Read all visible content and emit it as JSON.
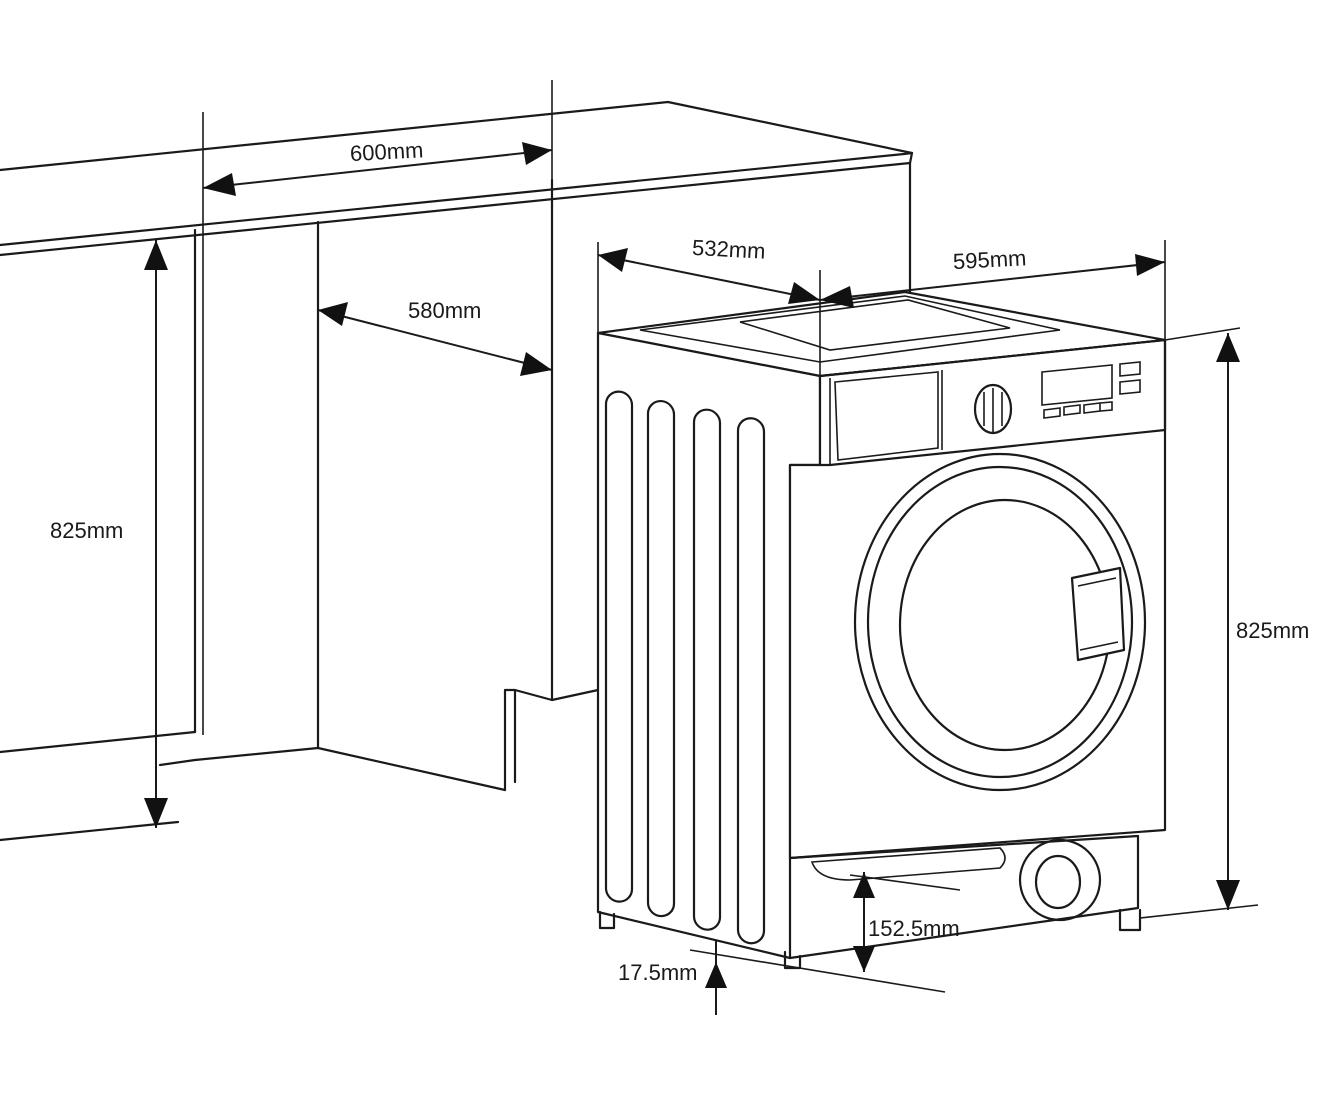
{
  "dimensions": {
    "cabinet_width": "600mm",
    "cabinet_depth": "580mm",
    "cabinet_height": "825mm",
    "machine_depth": "532mm",
    "machine_width": "595mm",
    "machine_height": "825mm",
    "plinth_height": "152.5mm",
    "foot_height": "17.5mm"
  }
}
